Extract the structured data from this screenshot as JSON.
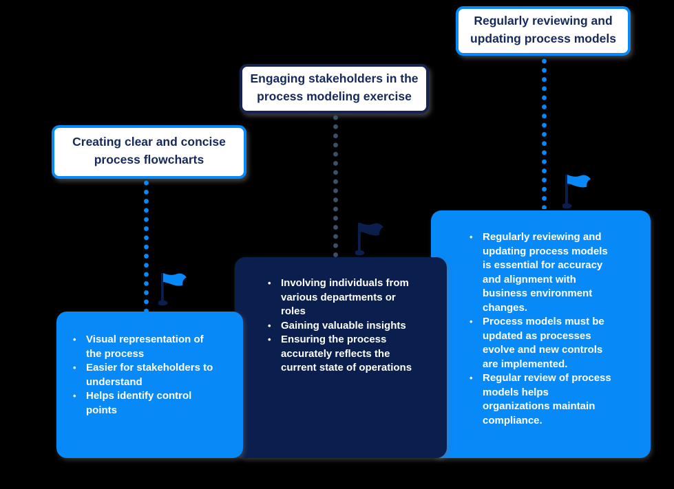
{
  "colors": {
    "background": "#000000",
    "accent_blue": "#0789F8",
    "panel_navy": "#0A1F4D",
    "navy_border": "#152350",
    "title_text_navy": "#16295B",
    "connector_navy_dot": "#3E5066",
    "text_white": "#FFFFFF"
  },
  "glyphs": {
    "bullet": "•",
    "flag_icon": "pennant-flag"
  },
  "columns": [
    {
      "id": "flowcharts",
      "title": "Creating clear and concise\nprocess flowcharts",
      "bullets": [
        "Visual representation of\nthe process",
        "Easier for stakeholders to\nunderstand",
        "Helps identify control\npoints"
      ]
    },
    {
      "id": "stakeholders",
      "title": "Engaging stakeholders in the\nprocess modeling exercise",
      "bullets": [
        "Involving individuals from\nvarious departments or\nroles",
        "Gaining valuable insights",
        "Ensuring the process\naccurately reflects the\ncurrent state of operations"
      ]
    },
    {
      "id": "reviewing",
      "title": "Regularly reviewing and\nupdating process models",
      "bullets": [
        "Regularly reviewing and\nupdating process models\nis essential for accuracy\nand alignment with\nbusiness environment\nchanges.",
        "Process models must be\nupdated as processes\nevolve and new controls\nare implemented.",
        "Regular review of process\nmodels helps\norganizations maintain\ncompliance."
      ]
    }
  ]
}
